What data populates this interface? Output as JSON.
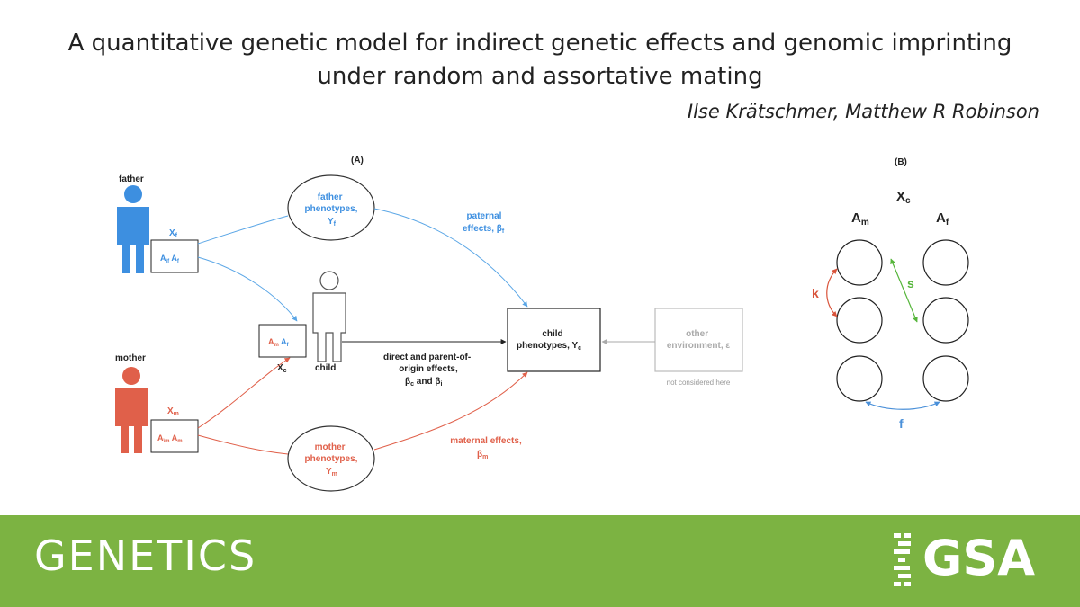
{
  "title": {
    "line1": "A quantitative genetic model for indirect genetic effects and genomic imprinting",
    "line2": "under random and assortative mating"
  },
  "authors": "Ilse Krätschmer, Matthew R Robinson",
  "panel_a": {
    "label": "(A)",
    "father": {
      "label": "father",
      "x": "X",
      "x_sub": "f",
      "alleles": "A",
      "alleles_sub1": "\\f",
      "alleles2": "A",
      "alleles_sub2": "f"
    },
    "mother": {
      "label": "mother",
      "x": "X",
      "x_sub": "m",
      "alleles": "A",
      "alleles_sub1": "\\m",
      "alleles2": "A",
      "alleles_sub2": "m"
    },
    "child": {
      "label": "child",
      "xc": "X",
      "xc_sub": "c",
      "am": "A",
      "am_sub": "m",
      "af": "A",
      "af_sub": "f"
    },
    "father_pheno": {
      "line1": "father",
      "line2": "phenotypes,",
      "line3": "Y",
      "sub": "f"
    },
    "mother_pheno": {
      "line1": "mother",
      "line2": "phenotypes,",
      "line3": "Y",
      "sub": "m"
    },
    "child_pheno": {
      "line1": "child",
      "line2": "phenotypes, Y",
      "sub": "c"
    },
    "other_env": {
      "line1": "other",
      "line2": "environment, ε",
      "note": "not considered here"
    },
    "paternal_effects": {
      "line1": "paternal",
      "line2": "effects, β",
      "sub": "f"
    },
    "maternal_effects": {
      "line1": "maternal effects,",
      "line2": "β",
      "sub": "m"
    },
    "direct_effects": {
      "line1": "direct and parent-of-",
      "line2": "origin effects,",
      "line3a": "β",
      "sub1": "c",
      "line3b": " and β",
      "sub2": "i"
    }
  },
  "panel_b": {
    "label": "(B)",
    "xc": "X",
    "xc_sub": "c",
    "am": "A",
    "am_sub": "m",
    "af": "A",
    "af_sub": "f",
    "k": "k",
    "s": "s",
    "f": "f"
  },
  "footer": {
    "journal": "GENETICS",
    "logo": "GSA"
  },
  "colors": {
    "father": "#3d8fe0",
    "mother": "#e0604a",
    "green_bar": "#7cb342",
    "s_arrow": "#55b53a",
    "f_arrow": "#4a90d9",
    "gray": "#b0b0b0"
  }
}
